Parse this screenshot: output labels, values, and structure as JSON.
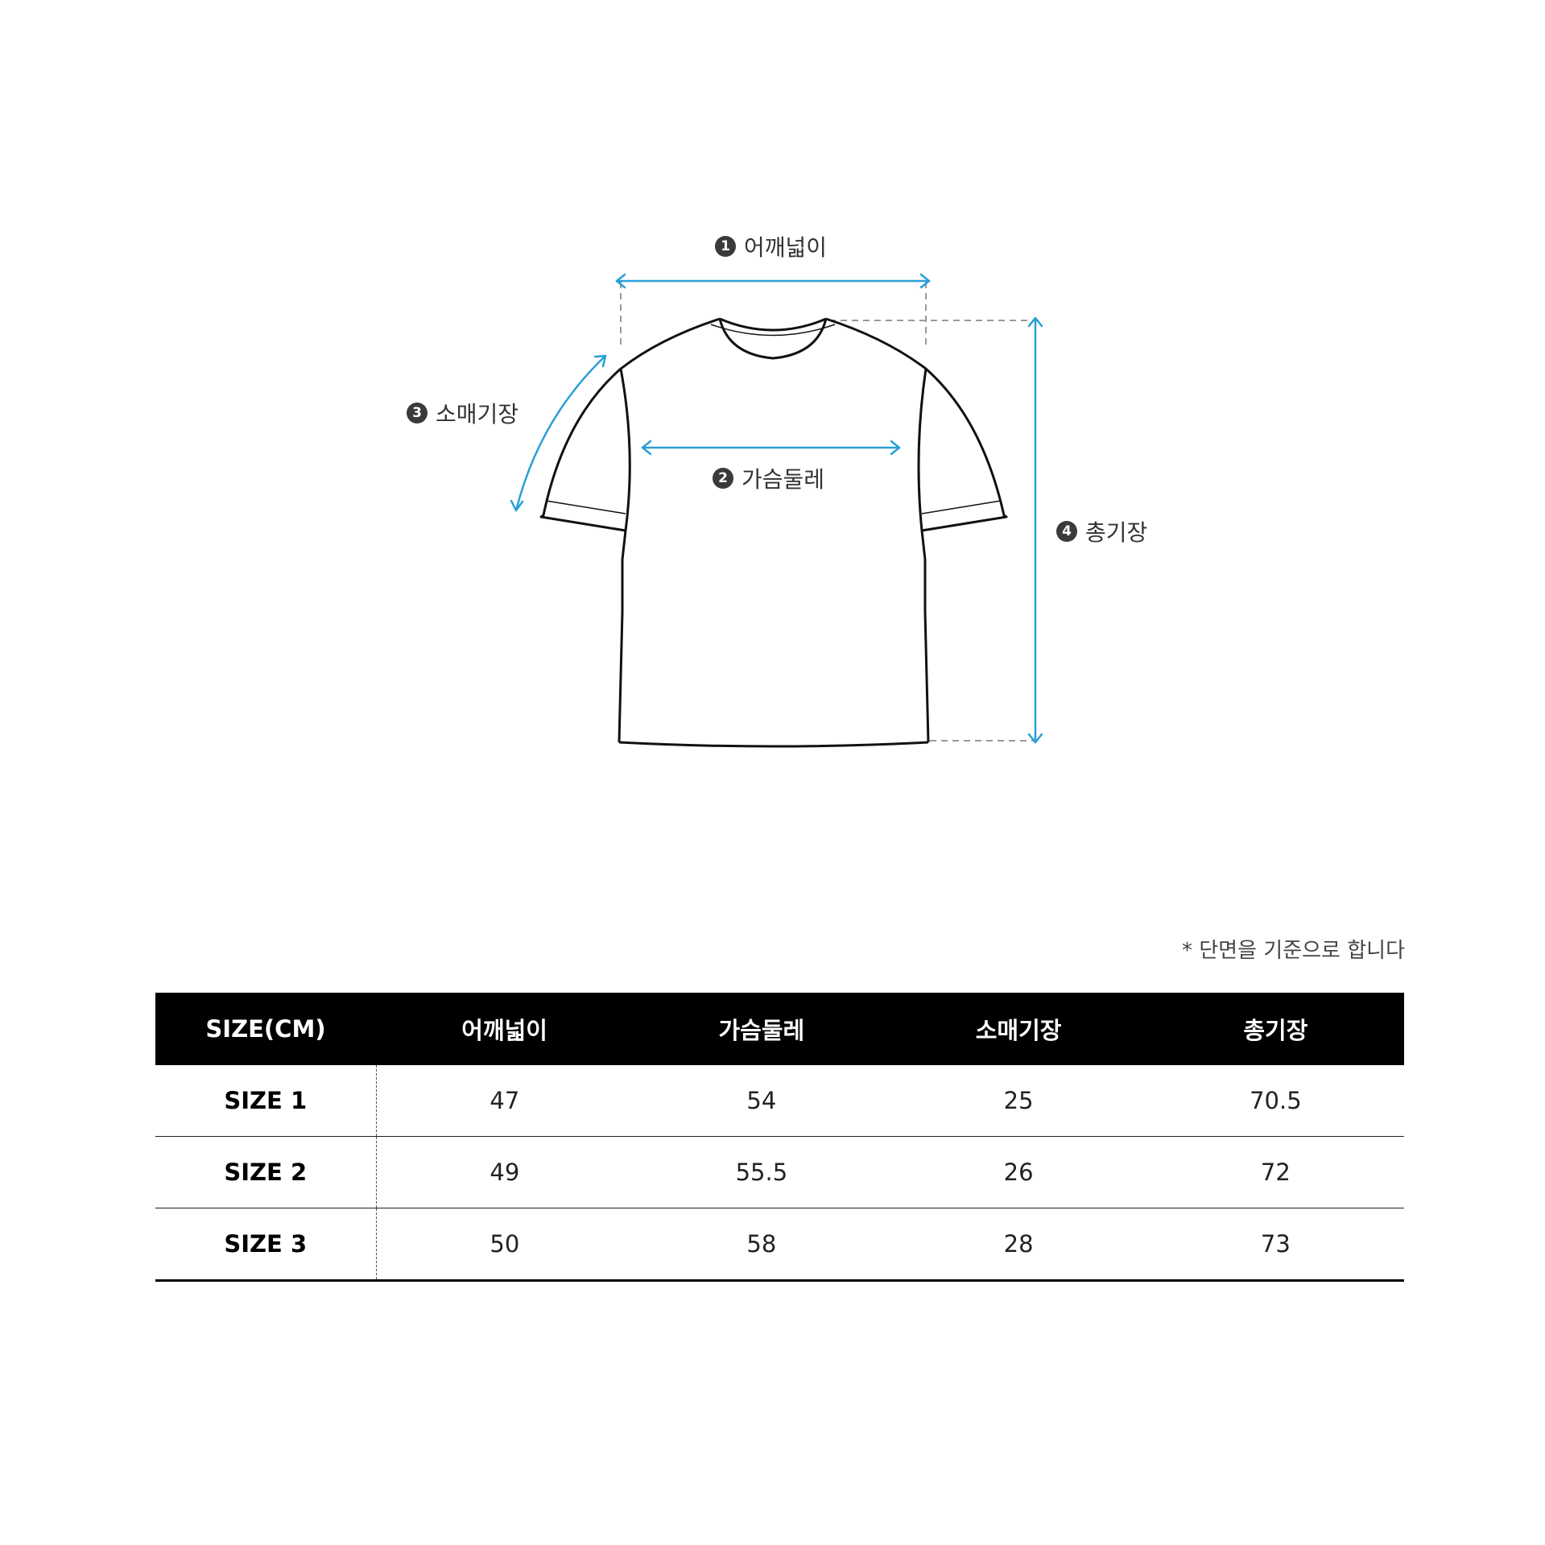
{
  "diagram": {
    "labels": [
      {
        "num": "1",
        "text": "어깨넓이"
      },
      {
        "num": "2",
        "text": "가슴둘레"
      },
      {
        "num": "3",
        "text": "소매기장"
      },
      {
        "num": "4",
        "text": "총기장"
      }
    ],
    "colors": {
      "arrow": "#2a9fd6",
      "outline": "#111111",
      "guide": "#999999"
    }
  },
  "note": "* 단면을 기준으로 합니다",
  "table": {
    "headers": [
      "SIZE(CM)",
      "어깨넓이",
      "가슴둘레",
      "소매기장",
      "총기장"
    ],
    "rows": [
      {
        "size": "SIZE 1",
        "values": [
          "47",
          "54",
          "25",
          "70.5"
        ]
      },
      {
        "size": "SIZE 2",
        "values": [
          "49",
          "55.5",
          "26",
          "72"
        ]
      },
      {
        "size": "SIZE 3",
        "values": [
          "50",
          "58",
          "28",
          "73"
        ]
      }
    ],
    "colors": {
      "header_bg": "#000000",
      "header_text": "#ffffff"
    }
  }
}
